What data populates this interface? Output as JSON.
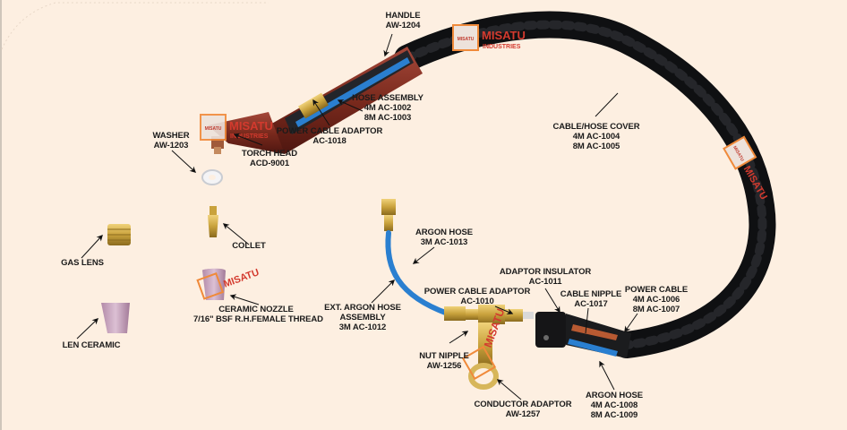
{
  "title": "TIG Welding Torch Assembly Parts Diagram",
  "watermark": {
    "brand": "MISATU",
    "sub": "INDUSTRIES",
    "stamp": "MISATU"
  },
  "colors": {
    "background": "#fdefe1",
    "hose": "#1f2022",
    "handle": "#7a2a1d",
    "argon_hose": "#2a7fd0",
    "brass": "#c9a23c",
    "watermark": "#e03a2e",
    "label": "#1b1b1b"
  },
  "parts": {
    "handle": {
      "name": "HANDLE",
      "codes": [
        "AW-1204"
      ]
    },
    "hose_assembly": {
      "name": "HOSE ASSEMBLY",
      "codes": [
        "4M AC-1002",
        "8M AC-1003"
      ]
    },
    "power_cable_adaptor_torch": {
      "name": "POWER CABLE ADAPTOR",
      "codes": [
        "AC-1018"
      ]
    },
    "torch_head": {
      "name": "TORCH HEAD",
      "codes": [
        "ACD-9001"
      ]
    },
    "washer": {
      "name": "WASHER",
      "codes": [
        "AW-1203"
      ]
    },
    "cable_hose_cover": {
      "name": "CABLE/HOSE COVER",
      "codes": [
        "4M AC-1004",
        "8M AC-1005"
      ]
    },
    "collet": {
      "name": "COLLET",
      "codes": []
    },
    "gas_lens": {
      "name": "GAS LENS",
      "codes": []
    },
    "ceramic_nozzle": {
      "name": "CERAMIC NOZZLE",
      "codes": [
        "7/16\" BSF R.H.FEMALE THREAD"
      ]
    },
    "len_ceramic": {
      "name": "LEN CERAMIC",
      "codes": []
    },
    "argon_hose_3m": {
      "name": "ARGON HOSE",
      "codes": [
        "3M AC-1013"
      ]
    },
    "ext_argon_hose_assembly": {
      "name": "EXT. ARGON HOSE",
      "codes": [
        "ASSEMBLY",
        "3M AC-1012"
      ]
    },
    "power_cable_adaptor": {
      "name": "POWER CABLE ADAPTOR",
      "codes": [
        "AC-1010"
      ]
    },
    "adaptor_insulator": {
      "name": "ADAPTOR INSULATOR",
      "codes": [
        "AC-1011"
      ]
    },
    "cable_nipple": {
      "name": "CABLE NIPPLE",
      "codes": [
        "AC-1017"
      ]
    },
    "power_cable": {
      "name": "POWER CABLE",
      "codes": [
        "4M AC-1006",
        "8M AC-1007"
      ]
    },
    "nut_nipple": {
      "name": "NUT NIPPLE",
      "codes": [
        "AW-1256"
      ]
    },
    "conductor_adaptor": {
      "name": "CONDUCTOR ADAPTOR",
      "codes": [
        "AW-1257"
      ]
    },
    "argon_hose_main": {
      "name": "ARGON HOSE",
      "codes": [
        "4M AC-1008",
        "8M AC-1009"
      ]
    }
  }
}
